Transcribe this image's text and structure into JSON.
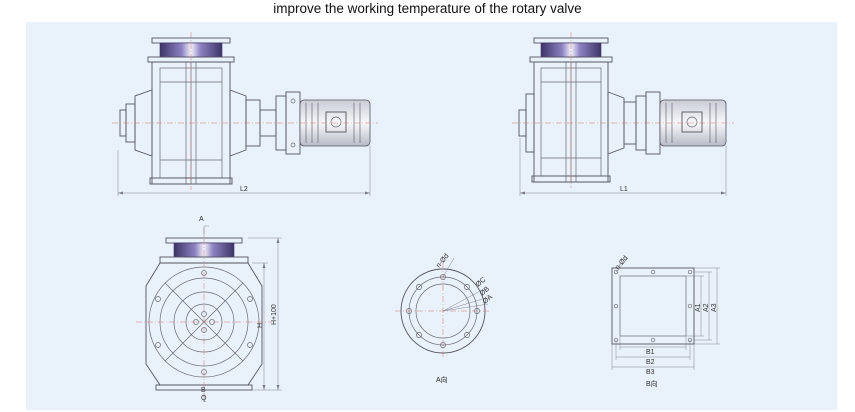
{
  "caption": "improve the working temperature of the rotary valve",
  "labels": {
    "l2": "L2",
    "l1": "L1",
    "a_top": "A",
    "h100": "H+100",
    "h": "H",
    "b_bottom": "B",
    "q_bottom": "Q",
    "nd_left": "n-Ød",
    "oc": "ØC",
    "ob": "ØB",
    "oa": "ØA",
    "view_a": "A向",
    "nd_right": "n-Ød",
    "a1": "A1",
    "a2": "A2",
    "a3": "A3",
    "b1": "B1",
    "b2": "B2",
    "b3": "B3",
    "view_b": "B向"
  },
  "colors": {
    "sheet": "#e9f1fa",
    "flange": "#5a4f8a",
    "line": "#6a6a72",
    "centerline": "#d8787a"
  }
}
